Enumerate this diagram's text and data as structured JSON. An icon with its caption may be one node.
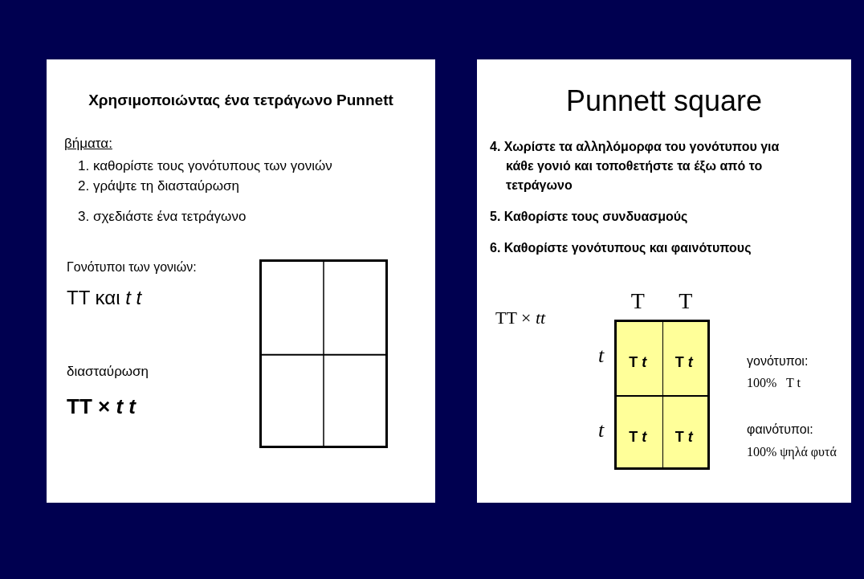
{
  "diagram": {
    "nodes": [
      {
        "text": [
          "Χρησιμοποιώντας ένα τετράγωνο Punnett",
          "βήματα:",
          "1. καθορίστε τους γονότυπους των γονιών",
          "2. γράψτε τη διασταύρωση",
          "3. σχεδιάστε ένα τετράγωνο",
          "Γονότυποι των γονιών:",
          "TT και *t t*",
          "διασταύρωση",
          "TT × *t t*"
        ]
      },
      {
        "text": [],
        "shape": "box",
        "in": 0
      },
      {
        "text": [
          "Punnett square",
          "4. Χωρίστε τα αλληλόμορφα του γονότυπου για κάθε γονιό και τοποθετήστε τα έξω από το τετράγωνο",
          "5. Καθορίστε τους συνδυασμούς",
          "6. Καθορίστε γονότυπους και φαινότυπους",
          "TT × *tt*",
          "γονότυποι:",
          "100%   T t",
          "φαινότυποι:",
          "100% ψηλά φυτά"
        ]
      },
      {
        "text": [],
        "shape": "box",
        "in": 2,
        "beside": [
          "T",
          "T",
          "t",
          "t"
        ]
      },
      {
        "text": [
          "T *t*"
        ],
        "in": 3
      },
      {
        "text": [
          "T *t*"
        ],
        "in": 3
      },
      {
        "text": [
          "T *t*"
        ],
        "in": 3
      },
      {
        "text": [
          "T *t*"
        ],
        "in": 3
      }
    ],
    "edges": []
  }
}
